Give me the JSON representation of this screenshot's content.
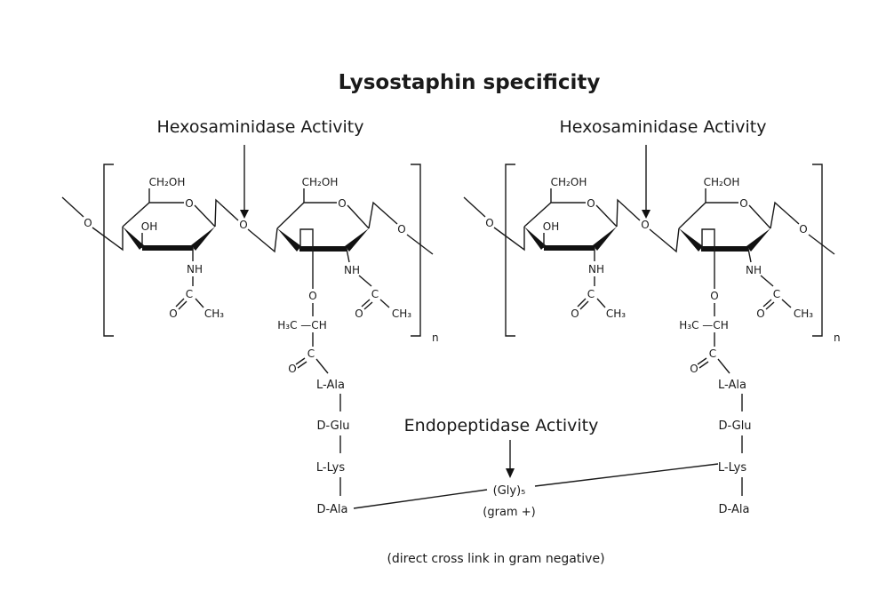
{
  "title": "Lysostaphin specificity",
  "hexosaminidase_label": "Hexosaminidase Activity",
  "endopeptidase_label": "Endopeptidase  Activity",
  "chem": {
    "ch2oh": "CH₂OH",
    "oh": "OH",
    "o": "O",
    "nh": "NH",
    "c": "C",
    "ch3": "CH₃",
    "h3c_ch": "H₃C —CH",
    "n": "n"
  },
  "peptide": [
    "L-Ala",
    "D-Glu",
    "L-Lys",
    "D-Ala"
  ],
  "crosslink": {
    "gly": "(Gly)₅",
    "gram_pos": "(gram +)"
  },
  "caption": "(direct cross link in gram negative)"
}
